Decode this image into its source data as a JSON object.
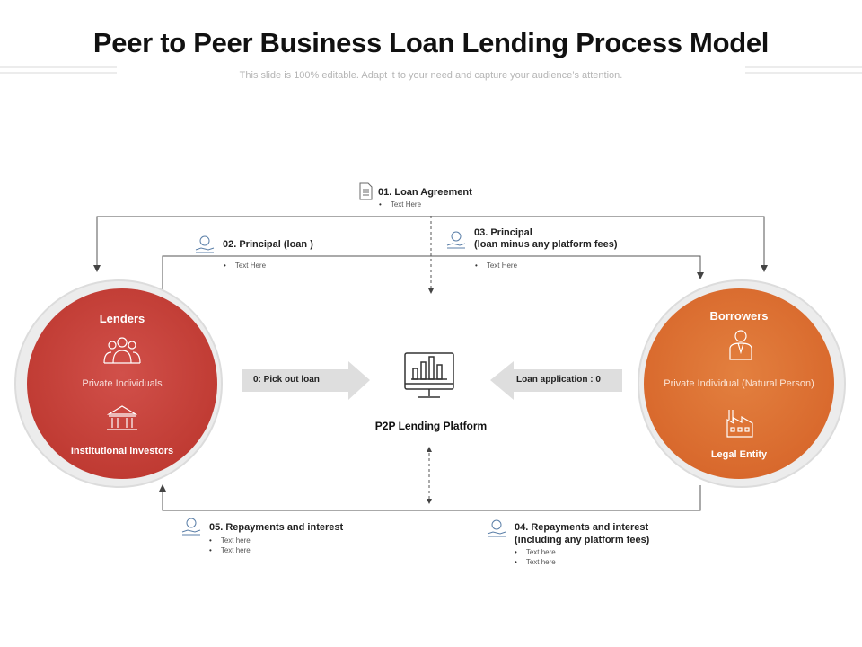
{
  "header": {
    "title": "Peer to Peer Business Loan Lending Process Model",
    "subtitle": "This slide is 100% editable. Adapt it to your need and capture your audience’s attention."
  },
  "colors": {
    "lenders": "#c9413a",
    "borrowers": "#df7335",
    "arrow": "#dcdcdc",
    "line": "#555555"
  },
  "lenders": {
    "title": "Lenders",
    "item1": "Private Individuals",
    "item2": "Institutional investors",
    "icon1": "people-group-icon",
    "icon2": "bank-building-icon"
  },
  "borrowers": {
    "title": "Borrowers",
    "item1": "Private Individual (Natural Person)",
    "item2": "Legal Entity",
    "icon1": "person-icon",
    "icon2": "factory-icon"
  },
  "platform": {
    "label": "P2P Lending Platform",
    "icon": "monitor-chart-icon"
  },
  "arrows": {
    "left": "0: Pick out loan",
    "right": "Loan application : 0"
  },
  "steps": {
    "s01": {
      "title": "01. Loan Agreement",
      "bullets": [
        "Text Here"
      ],
      "icon": "document-icon"
    },
    "s02": {
      "title": "02. Principal (loan )",
      "bullets": [
        "Text Here"
      ],
      "icon": "money-hand-icon"
    },
    "s03": {
      "title1": "03. Principal",
      "title2": "(loan minus  any platform fees)",
      "bullets": [
        "Text Here"
      ],
      "icon": "money-hand-icon"
    },
    "s04": {
      "title1": "04. Repayments and interest",
      "title2": "(including any platform fees)",
      "bullets": [
        "Text here",
        "Text here"
      ],
      "icon": "money-hand-icon"
    },
    "s05": {
      "title": "05. Repayments and interest",
      "bullets": [
        "Text here",
        "Text here"
      ],
      "icon": "money-hand-icon"
    }
  }
}
